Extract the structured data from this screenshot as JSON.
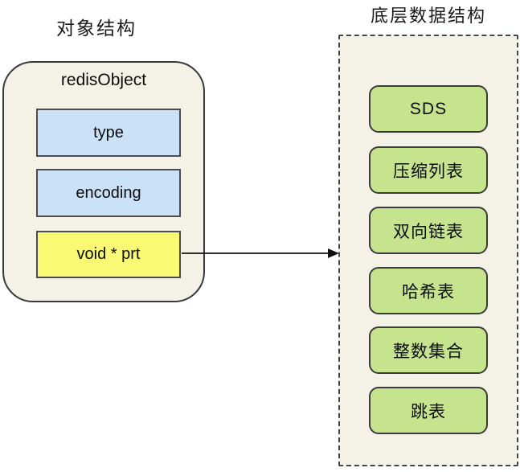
{
  "titles": {
    "left": "对象结构",
    "right": "底层数据结构"
  },
  "object_box": {
    "title": "redisObject",
    "fields": [
      {
        "label": "type"
      },
      {
        "label": "encoding"
      },
      {
        "label": "void * prt"
      }
    ]
  },
  "data_structures": {
    "items": [
      {
        "label": "SDS"
      },
      {
        "label": "压缩列表"
      },
      {
        "label": "双向链表"
      },
      {
        "label": "哈希表"
      },
      {
        "label": "整数集合"
      },
      {
        "label": "跳表"
      }
    ]
  },
  "arrow": {
    "from": "void * prt",
    "to": "底层数据结构"
  },
  "colors": {
    "background": "#ffffff",
    "container_fill": "#f4f1e7",
    "container_border": "#38383a",
    "field_blue": "#cbe1f7",
    "field_yellow": "#f9f973",
    "item_green": "#c6e38e",
    "text": "#0c0c0c"
  }
}
